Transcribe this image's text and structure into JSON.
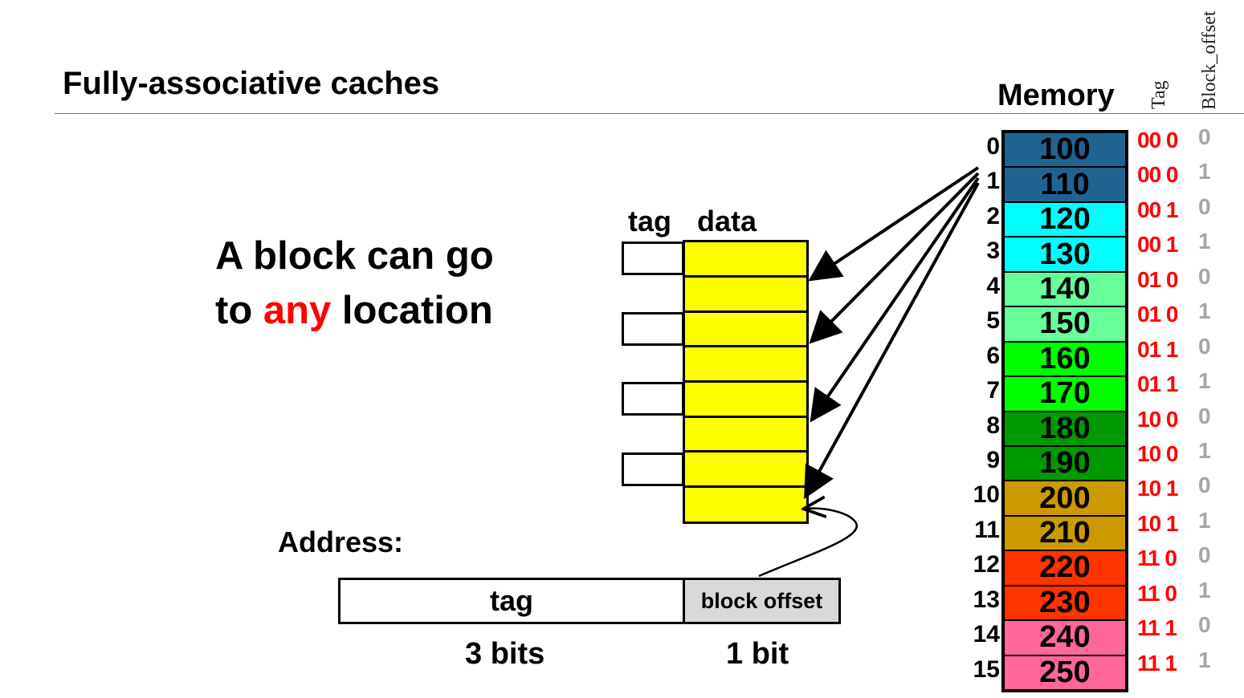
{
  "title": "Fully-associative caches",
  "slogan": {
    "line1": "A block can go",
    "line2_pre": "to ",
    "line2_highlight": "any",
    "line2_post": " location"
  },
  "cache": {
    "tag_heading": "tag",
    "data_heading": "data",
    "tag_entries": 4,
    "data_rows": 8,
    "fill_color": "#ffff00"
  },
  "address": {
    "label": "Address:",
    "tag_field": "tag",
    "offset_field": "block offset",
    "tag_bits": "3 bits",
    "offset_bits": "1 bit"
  },
  "memory": {
    "heading": "Memory",
    "column_headers": {
      "tag": "Tag",
      "offset": "Block_offset"
    },
    "rows": [
      {
        "addr": "0",
        "value": "100",
        "tag": "00 0",
        "offset": "0",
        "color": "#1f6391"
      },
      {
        "addr": "1",
        "value": "110",
        "tag": "00 0",
        "offset": "1",
        "color": "#1f6391"
      },
      {
        "addr": "2",
        "value": "120",
        "tag": "00 1",
        "offset": "0",
        "color": "#00ffff"
      },
      {
        "addr": "3",
        "value": "130",
        "tag": "00 1",
        "offset": "1",
        "color": "#00ffff"
      },
      {
        "addr": "4",
        "value": "140",
        "tag": "01 0",
        "offset": "0",
        "color": "#66ff99"
      },
      {
        "addr": "5",
        "value": "150",
        "tag": "01 0",
        "offset": "1",
        "color": "#66ff99"
      },
      {
        "addr": "6",
        "value": "160",
        "tag": "01 1",
        "offset": "0",
        "color": "#00ff00"
      },
      {
        "addr": "7",
        "value": "170",
        "tag": "01 1",
        "offset": "1",
        "color": "#00ff00"
      },
      {
        "addr": "8",
        "value": "180",
        "tag": "10 0",
        "offset": "0",
        "color": "#009900"
      },
      {
        "addr": "9",
        "value": "190",
        "tag": "10 0",
        "offset": "1",
        "color": "#009900"
      },
      {
        "addr": "10",
        "value": "200",
        "tag": "10 1",
        "offset": "0",
        "color": "#cc9900"
      },
      {
        "addr": "11",
        "value": "210",
        "tag": "10 1",
        "offset": "1",
        "color": "#cc9900"
      },
      {
        "addr": "12",
        "value": "220",
        "tag": "11 0",
        "offset": "0",
        "color": "#ff3300"
      },
      {
        "addr": "13",
        "value": "230",
        "tag": "11 0",
        "offset": "1",
        "color": "#ff3300"
      },
      {
        "addr": "14",
        "value": "240",
        "tag": "11 1",
        "offset": "0",
        "color": "#ff6699"
      },
      {
        "addr": "15",
        "value": "250",
        "tag": "11 1",
        "offset": "1",
        "color": "#ff6699"
      }
    ]
  },
  "colors": {
    "title_rule": "#c0504d",
    "highlight": "#ff0000",
    "tag_bits": "#ff0000",
    "offset_bits": "#a6a6a6",
    "offset_field_bg": "#d9d9d9"
  }
}
